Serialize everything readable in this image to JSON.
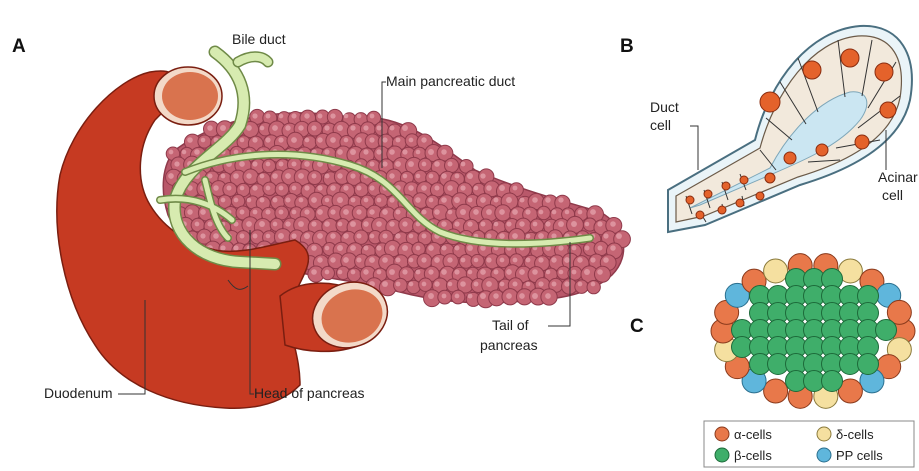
{
  "panels": {
    "a": "A",
    "b": "B",
    "c": "C"
  },
  "labels": {
    "bile_duct": "Bile duct",
    "main_pancreatic_duct": "Main pancreatic duct",
    "duodenum": "Duodenum",
    "head_of_pancreas": "Head of pancreas",
    "tail_line1": "Tail of",
    "tail_line2": "pancreas",
    "duct_cell_line1": "Duct",
    "duct_cell_line2": "cell",
    "acinar_cell_line1": "Acinar",
    "acinar_cell_line2": "cell"
  },
  "legend": [
    {
      "label": "α-cells",
      "color": "#e8784a"
    },
    {
      "label": "δ-cells",
      "color": "#f5e0a0"
    },
    {
      "label": "β-cells",
      "color": "#3fae6a"
    },
    {
      "label": "PP cells",
      "color": "#5fb6dc"
    }
  ],
  "colors": {
    "duodenum": "#c63a22",
    "duodenum_dark": "#9e2a17",
    "pancreas_lobule": "#c56574",
    "pancreas_highlight": "#e7a7b0",
    "duct": "#d7ebb0",
    "duct_outline": "#7d9a52",
    "acinar_cell": "#f2e9dc",
    "nucleus": "#e4622b",
    "lumen": "#cbe6f2"
  }
}
